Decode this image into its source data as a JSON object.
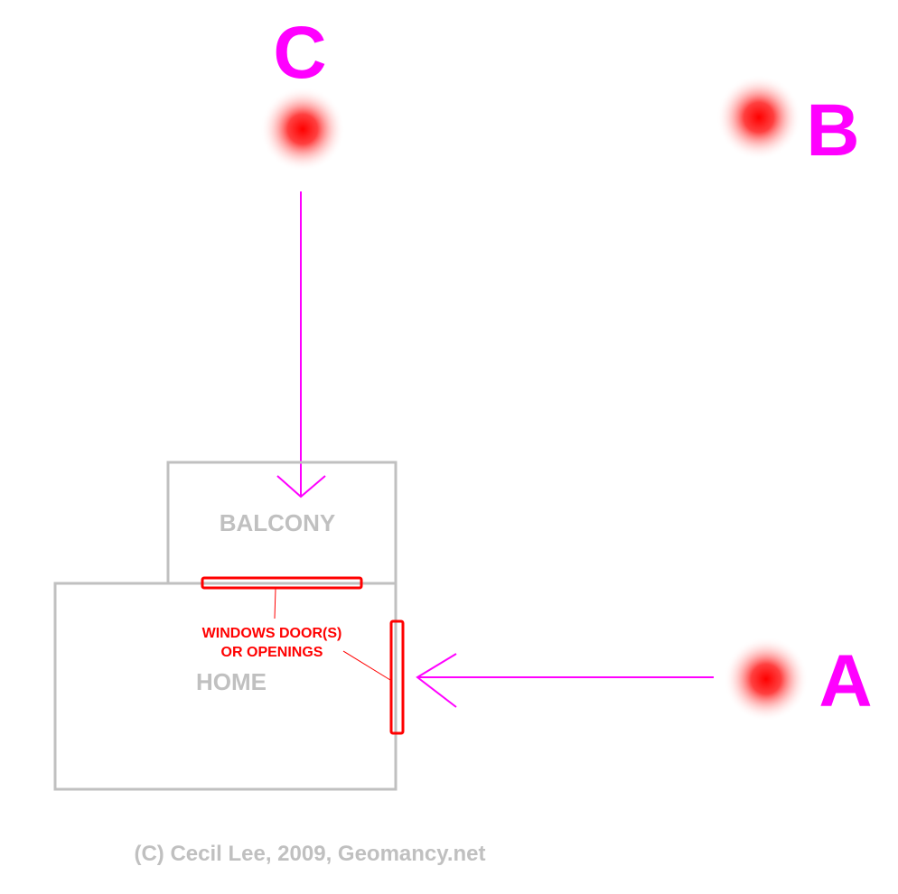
{
  "labels": {
    "a": "A",
    "b": "B",
    "c": "C"
  },
  "rooms": {
    "balcony": "BALCONY",
    "home": "HOME"
  },
  "annotation": {
    "line1": "WINDOWS DOOR(S)",
    "line2": "OR OPENINGS"
  },
  "copyright": "(C) Cecil Lee, 2009, Geomancy.net",
  "colors": {
    "accent": "#ff00ff",
    "opening": "#ff0000",
    "wall": "#c0c0c0"
  }
}
